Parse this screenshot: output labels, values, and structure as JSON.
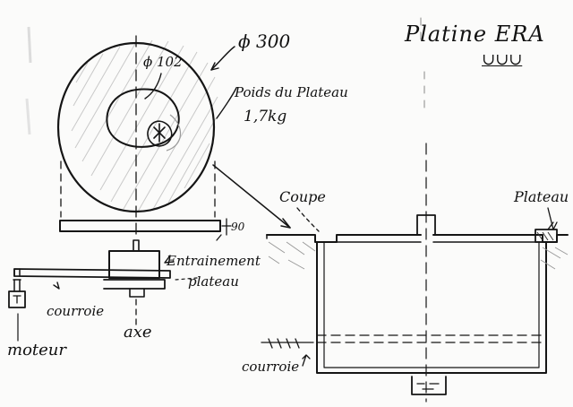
{
  "labels": {
    "title": "Platine ERA",
    "title_mark": "∪∪∪",
    "dia_outer": "ϕ 300",
    "dia_inner": "ϕ 102",
    "weight_line1": "Poids du Plateau",
    "weight_line2": "1,7kg",
    "thickness": "90",
    "drive_line1": "Entrainement",
    "drive_line2": "plateau",
    "belt": "courroie",
    "motor": "moteur",
    "axle": "axe",
    "section_cut": "Coupe",
    "section_platter": "Plateau",
    "section_belt": "courroie"
  }
}
